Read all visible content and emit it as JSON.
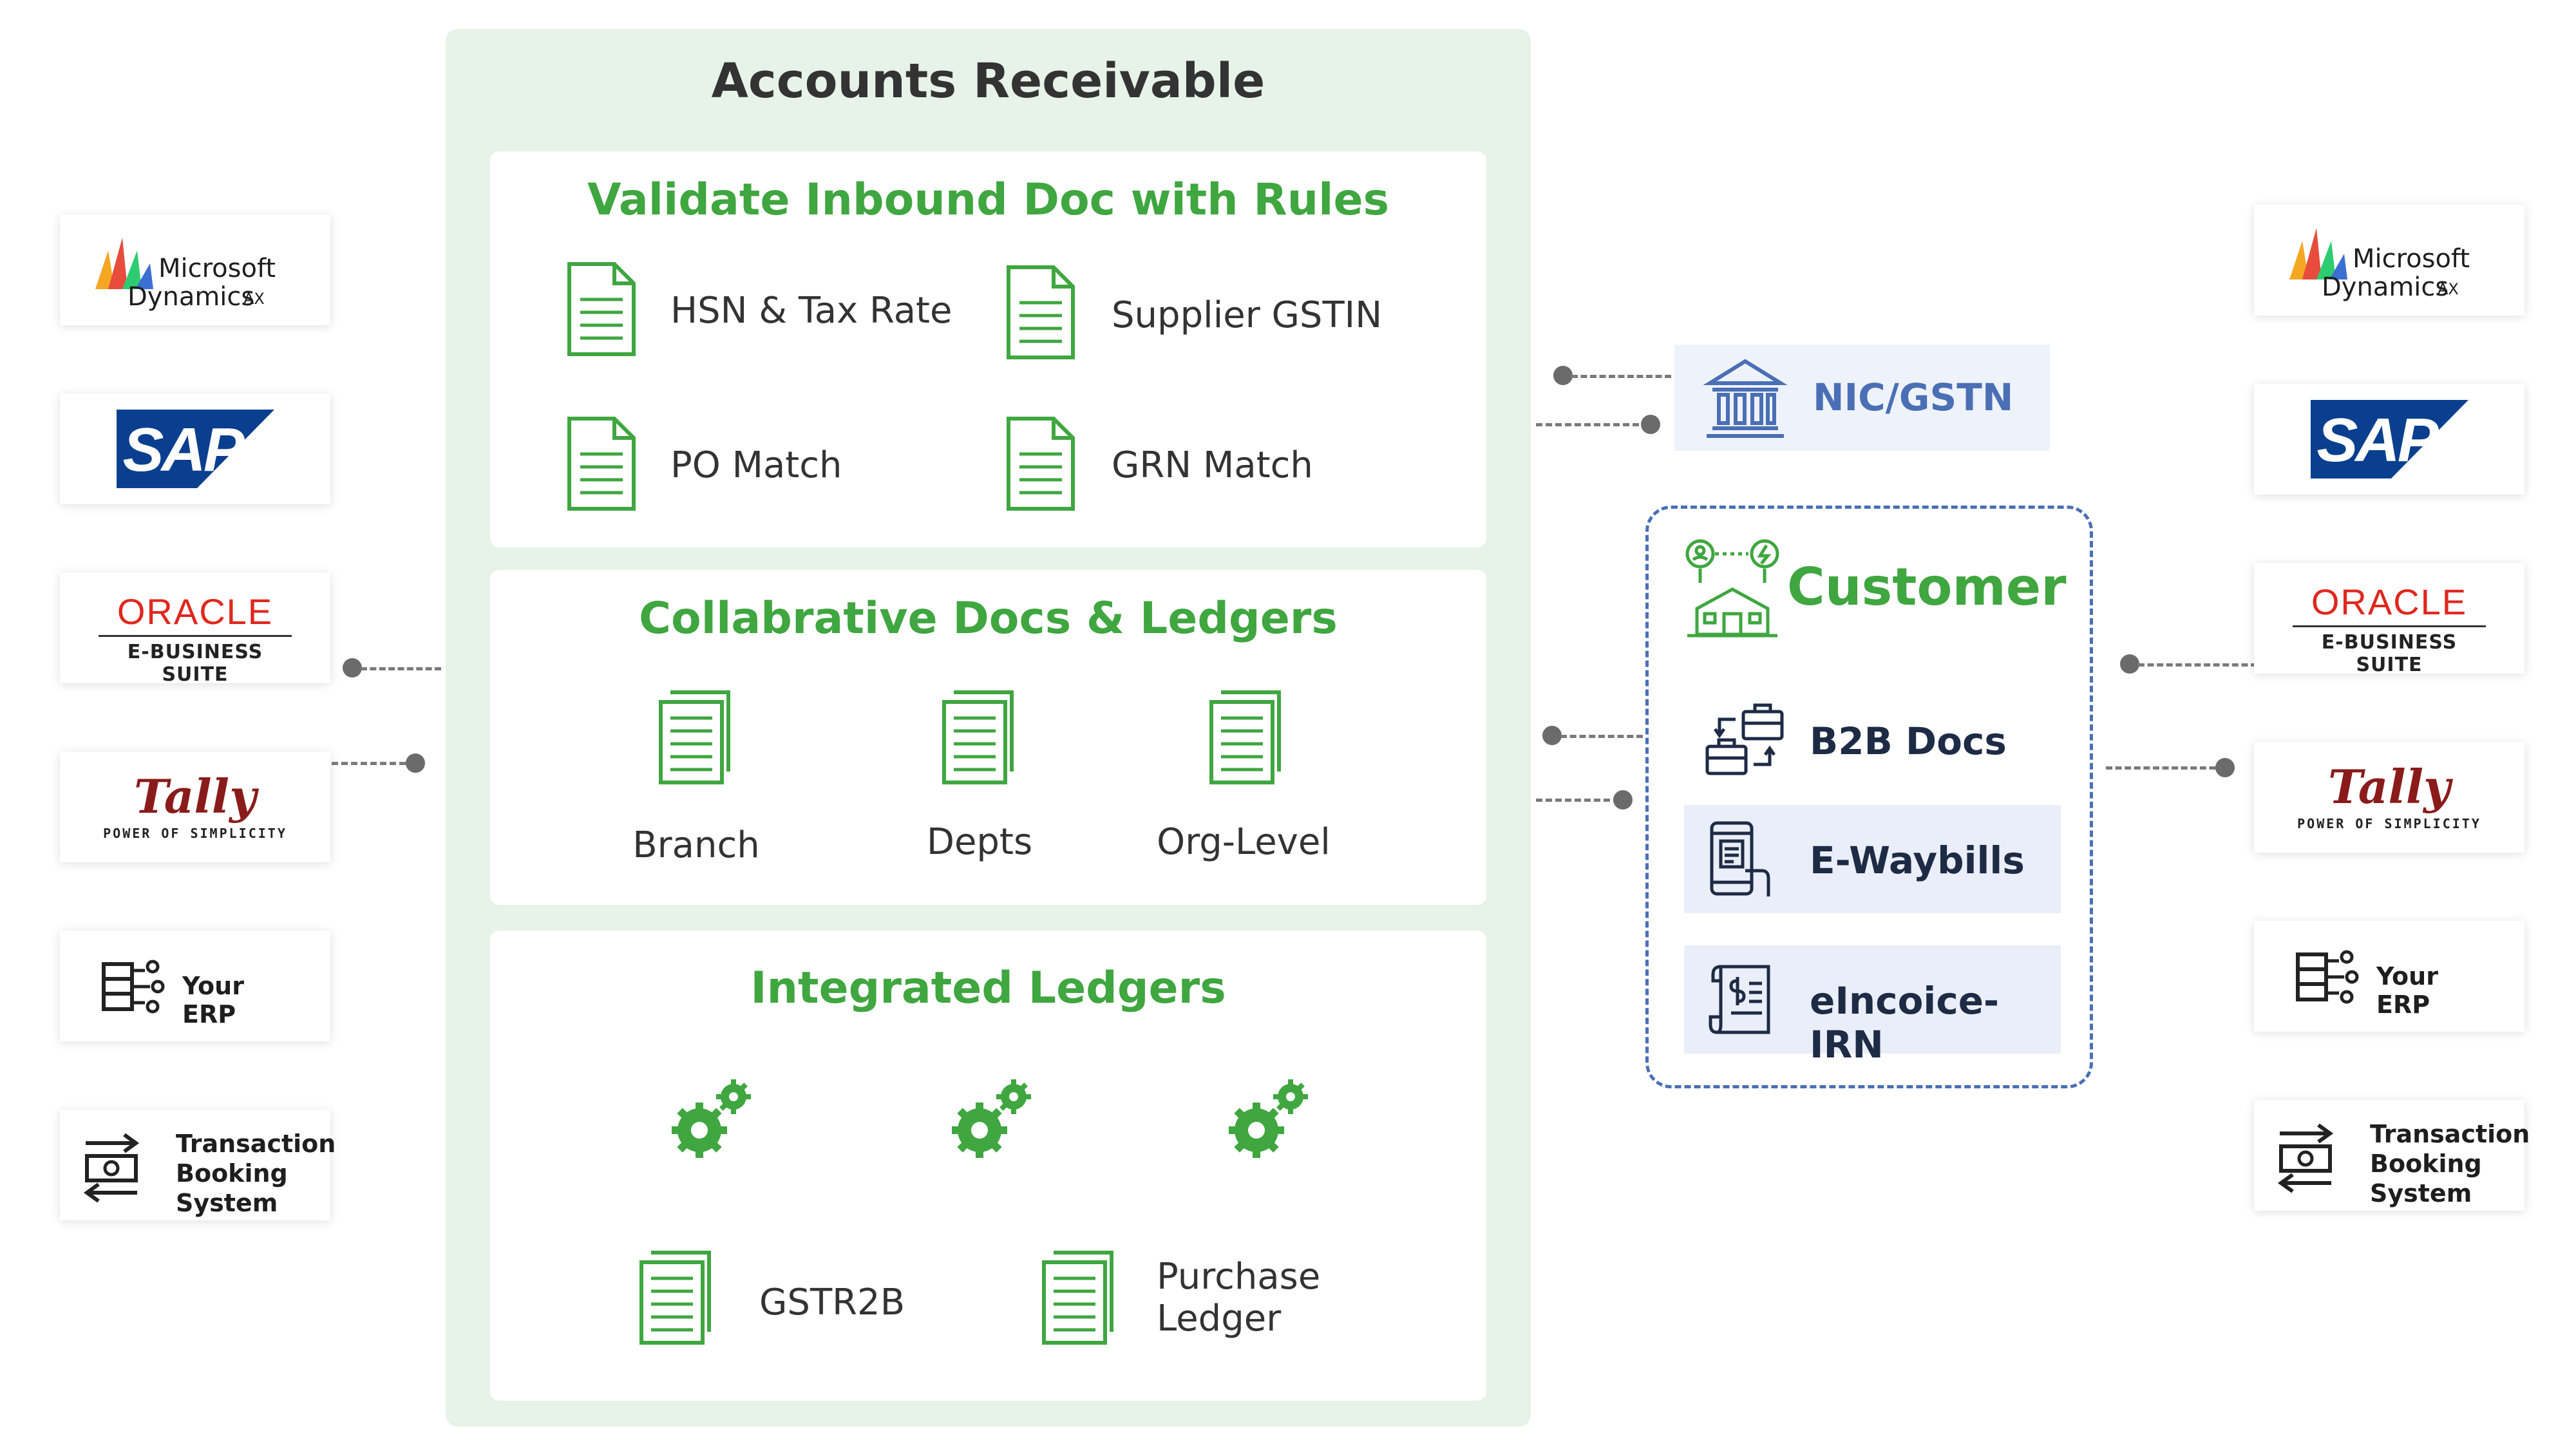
{
  "title": "Accounts Receivable",
  "sections": {
    "validate": {
      "title": "Validate Inbound Doc with Rules",
      "items": [
        "HSN & Tax Rate",
        "Supplier GSTIN",
        "PO Match",
        "GRN Match"
      ]
    },
    "collab": {
      "title": "Collabrative Docs & Ledgers",
      "items": [
        "Branch",
        "Depts",
        "Org-Level"
      ]
    },
    "integrated": {
      "title": "Integrated Ledgers",
      "items": [
        "GSTR2B",
        "Purchase",
        "Ledger"
      ]
    }
  },
  "nic": {
    "label": "NIC/GSTN"
  },
  "customer": {
    "title": "Customer",
    "items": [
      "B2B Docs",
      "E-Waybills",
      "eIncoice-IRN"
    ]
  },
  "erps": {
    "microsoft": {
      "line1": "Microsoft",
      "line2": "Dynamics",
      "suffix": "AX"
    },
    "sap": {
      "label": "SAP"
    },
    "oracle": {
      "line1": "ORACLE",
      "line2": "E-BUSINESS SUITE"
    },
    "tally": {
      "line1": "Tally",
      "line2": "POWER OF SIMPLICITY"
    },
    "your_erp": {
      "label": "Your ERP"
    },
    "tbs": {
      "line1": "Transaction",
      "line2": "Booking",
      "line3": "System"
    }
  },
  "colors": {
    "green": "#3fa640",
    "blue": "#4a6fb5",
    "sap_blue": "#0a3f8f",
    "oracle_red": "#e0271e",
    "panel_bg": "#e7f2e8"
  }
}
